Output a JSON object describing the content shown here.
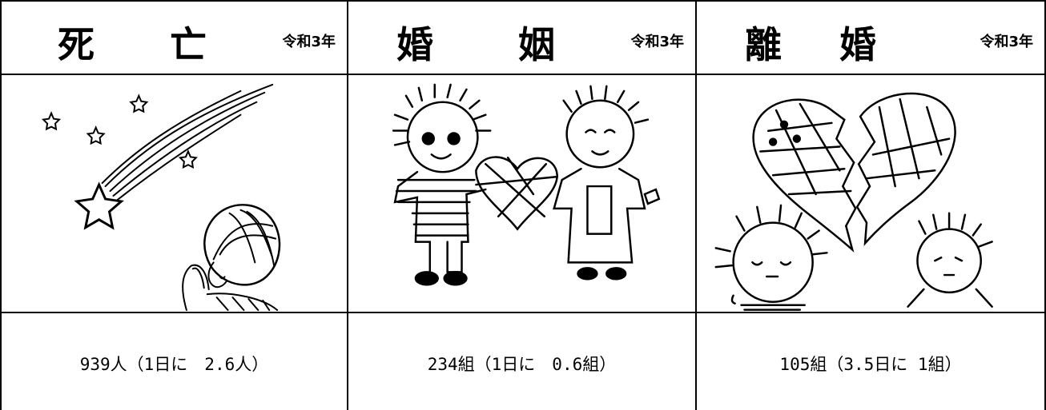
{
  "columns": [
    {
      "title_left": "死",
      "title_right": "亡",
      "year": "令和3年",
      "stat": "939人（1日に　2.6人）",
      "illustration_icon": "shooting-star-prayer-icon"
    },
    {
      "title_left": "婚",
      "title_right": "姻",
      "year": "令和3年",
      "stat": "234組（1日に　0.6組）",
      "illustration_icon": "couple-heart-icon"
    },
    {
      "title_left": "離",
      "title_right": "婚",
      "year": "令和3年",
      "stat": "105組（3.5日に 1組）",
      "illustration_icon": "broken-heart-icon"
    }
  ]
}
